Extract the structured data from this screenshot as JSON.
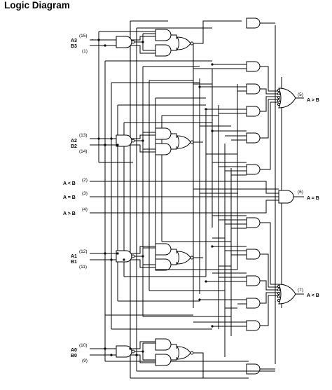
{
  "title": "Logic Diagram",
  "inputs": {
    "a3": {
      "label": "A3",
      "pin": "(15)"
    },
    "b3": {
      "label": "B3",
      "pin": "(1)"
    },
    "a2": {
      "label": "A2",
      "pin": "(13)"
    },
    "b2": {
      "label": "B2",
      "pin": "(14)"
    },
    "a1": {
      "label": "A1",
      "pin": "(12)"
    },
    "b1": {
      "label": "B1",
      "pin": "(11)"
    },
    "a0": {
      "label": "A0",
      "pin": "(10)"
    },
    "b0": {
      "label": "B0",
      "pin": "(9)"
    },
    "cascade_lt": {
      "label": "A < B",
      "pin": "(2)"
    },
    "cascade_eq": {
      "label": "A = B",
      "pin": "(3)"
    },
    "cascade_gt": {
      "label": "A > B",
      "pin": "(4)"
    }
  },
  "outputs": {
    "gt": {
      "label": "A > B",
      "pin": "(5)"
    },
    "eq": {
      "label": "A = B",
      "pin": "(6)"
    },
    "lt": {
      "label": "A < B",
      "pin": "(7)"
    }
  }
}
